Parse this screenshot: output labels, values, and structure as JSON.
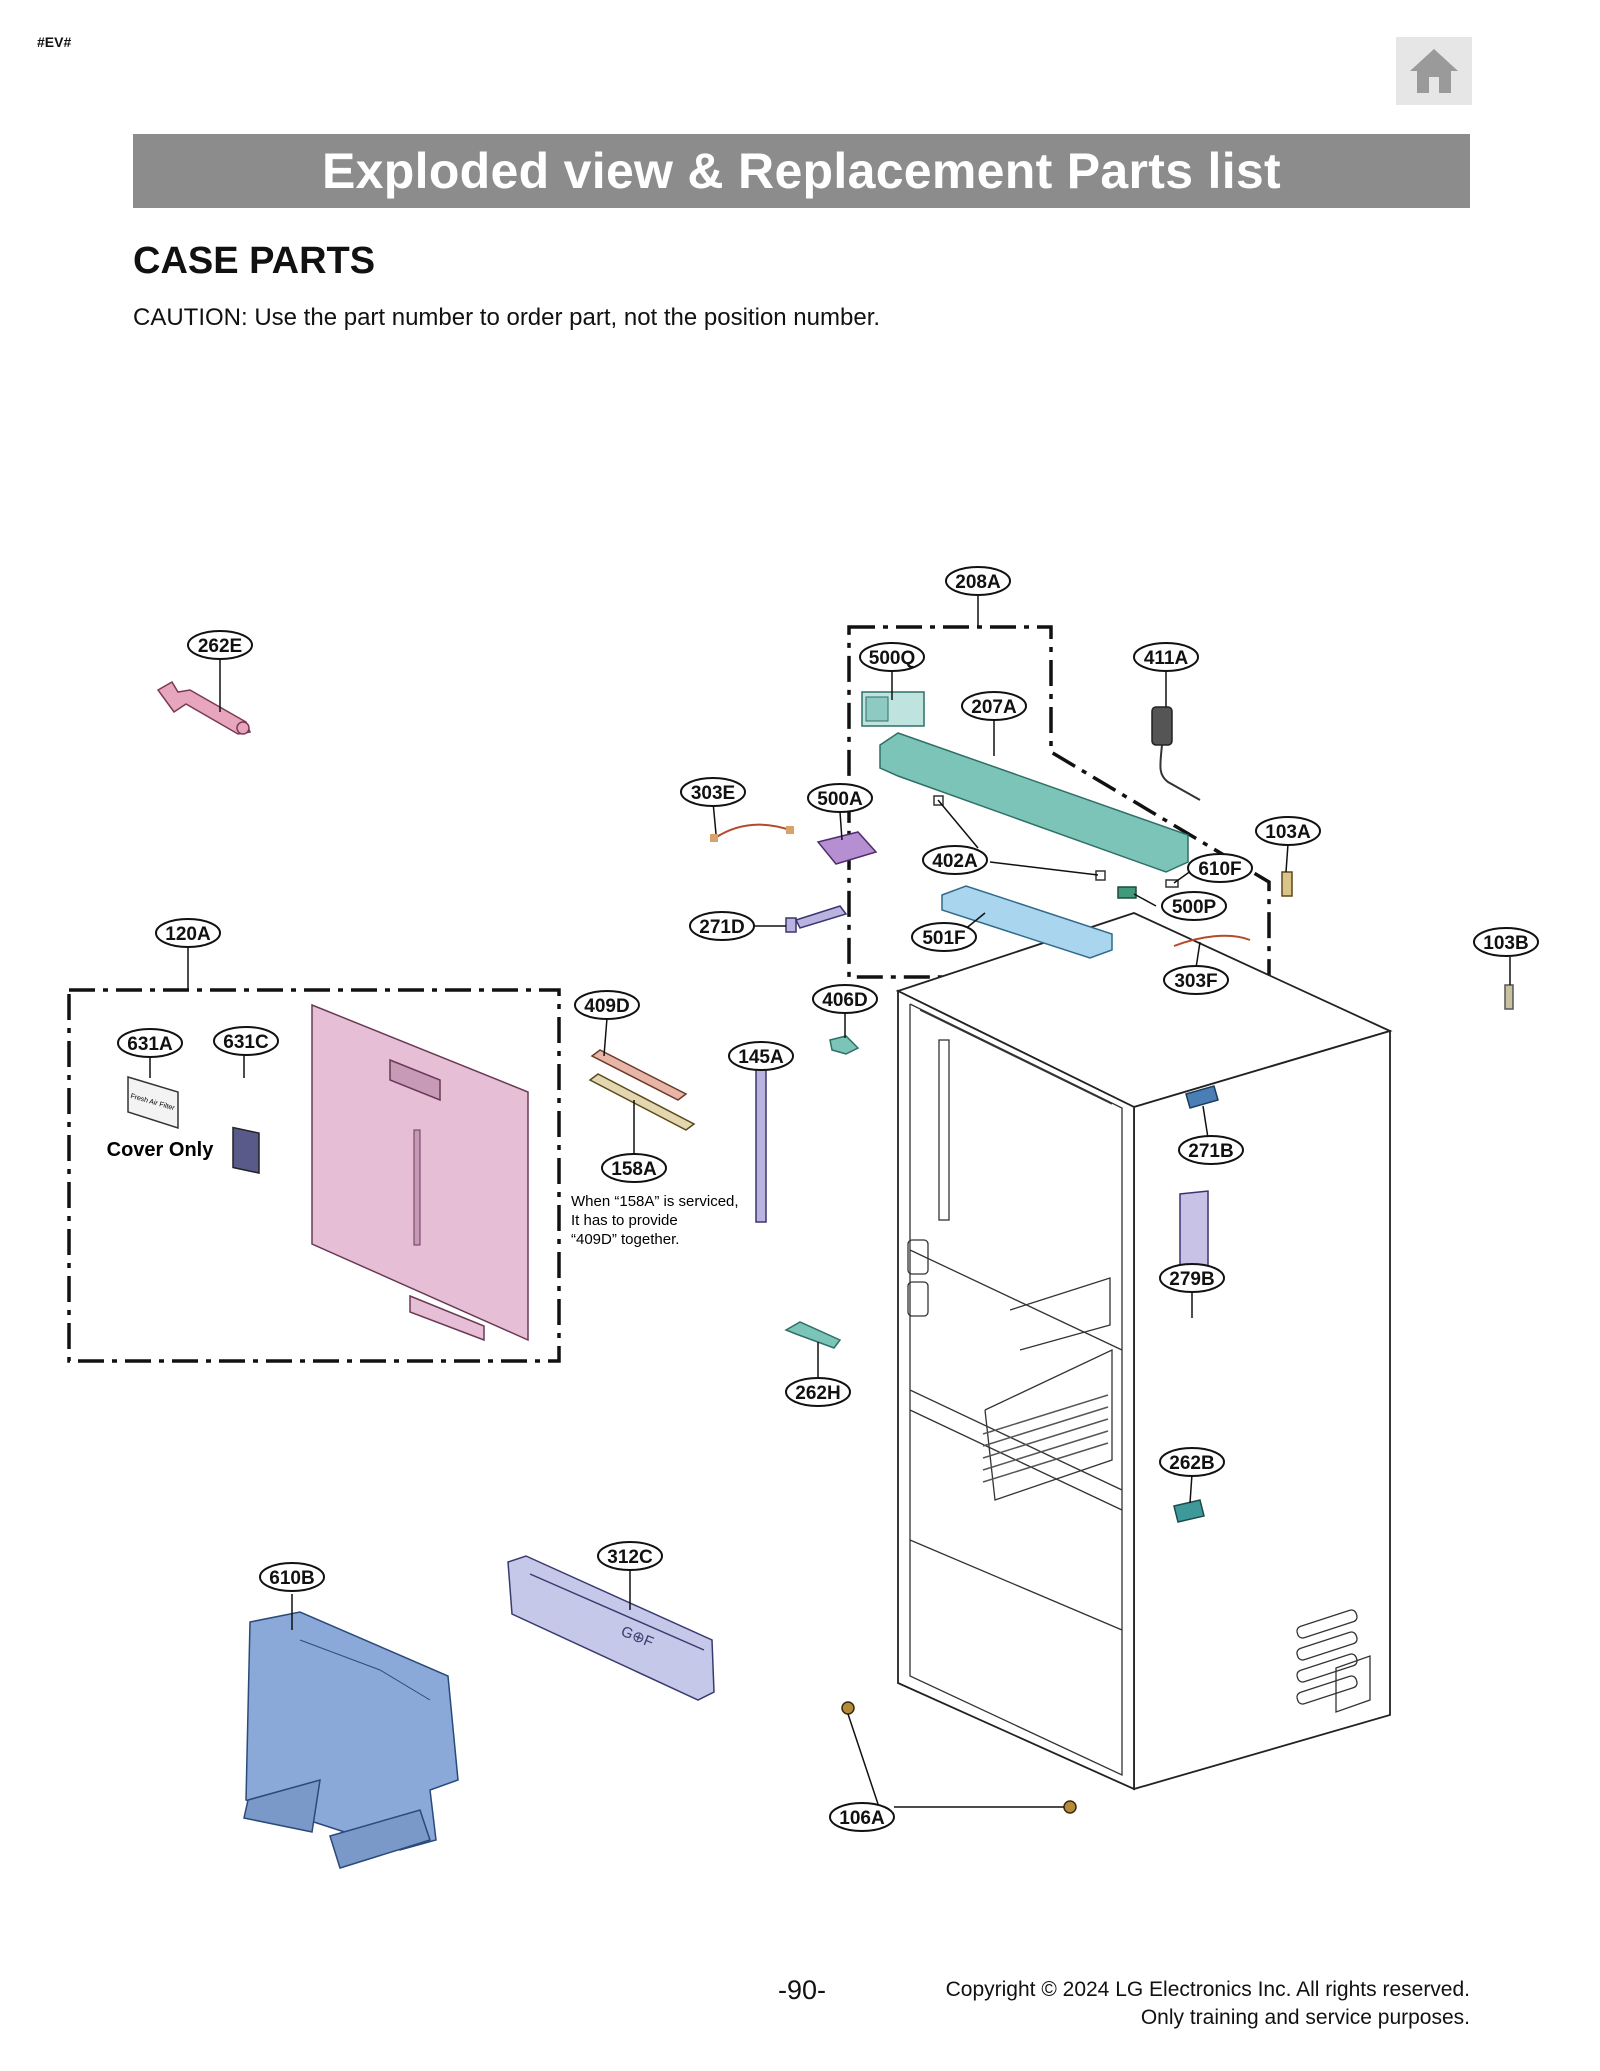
{
  "corner_tag": "#EV#",
  "home": {
    "icon": "home-icon"
  },
  "header": {
    "title": "Exploded view & Replacement Parts list"
  },
  "section": {
    "title": "CASE PARTS",
    "caution": "CAUTION: Use the part number to order part, not the position number."
  },
  "diagram": {
    "callouts": {
      "c208A": "208A",
      "c262E": "262E",
      "c500Q": "500Q",
      "c411A": "411A",
      "c207A": "207A",
      "c303E": "303E",
      "c500A": "500A",
      "c103A": "103A",
      "c402A": "402A",
      "c610F": "610F",
      "c500P": "500P",
      "c271D": "271D",
      "c120A": "120A",
      "c501F": "501F",
      "c103B": "103B",
      "c303F": "303F",
      "c406D": "406D",
      "c409D": "409D",
      "c631A": "631A",
      "c631C": "631C",
      "c145A": "145A",
      "c271B": "271B",
      "c158A": "158A",
      "c279B": "279B",
      "c262H": "262H",
      "c262B": "262B",
      "c312C": "312C",
      "c610B": "610B",
      "c106A": "106A"
    },
    "note_cover_only": "Cover Only",
    "note_158A": [
      "When “158A” is serviced,",
      "It has to provide",
      "“409D” together."
    ],
    "filter_cover_text": "Fresh Air Filter",
    "basket_logo": "G⊕F"
  },
  "footer": {
    "page_number": "-90-",
    "copyright_line1": "Copyright © 2024 LG Electronics Inc. All rights reserved.",
    "copyright_line2": "Only training and service purposes."
  }
}
